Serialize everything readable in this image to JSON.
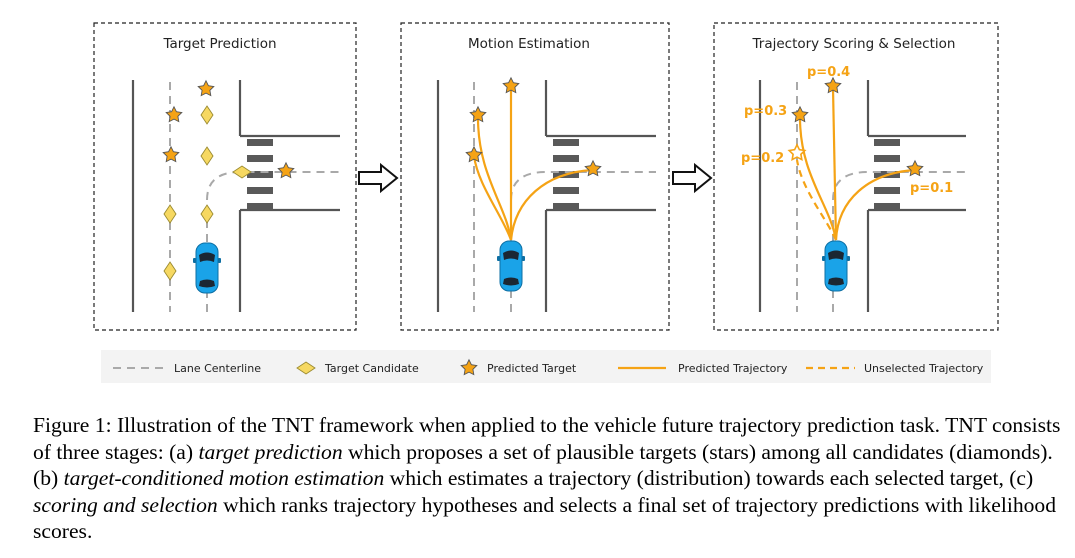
{
  "panels": {
    "a": {
      "title": "Target Prediction"
    },
    "b": {
      "title": "Motion Estimation"
    },
    "c": {
      "title": "Trajectory Scoring & Selection"
    }
  },
  "probabilities": {
    "p1": "p=0.4",
    "p2": "p=0.3",
    "p3": "p=0.2",
    "p4": "p=0.1"
  },
  "legend": {
    "lane": "Lane Centerline",
    "candidate": "Target Candidate",
    "target": "Predicted Target",
    "trajectory": "Predicted Trajectory",
    "unselected": "Unselected Trajectory"
  },
  "colors": {
    "orange": "#f5a315",
    "candidate_yellow": "#f6d861",
    "car_blue": "#1aa3e8",
    "road_gray": "#555555",
    "lane_gray": "#a9a9a9",
    "crosswalk": "#595959"
  },
  "caption": {
    "p1": "Figure 1: Illustration of the TNT framework when applied to the vehicle future trajectory prediction task. TNT consists of three stages: (a) ",
    "e1": "target prediction",
    "p2": " which proposes a set of plausible targets (stars) among all candidates (diamonds). (b) ",
    "e2": "target-conditioned motion estimation",
    "p3": " which estimates a trajectory (distribution) towards each selected target, (c) ",
    "e3": "scoring and selection",
    "p4": " which ranks trajectory hypotheses and selects a final set of trajectory predictions with likelihood scores."
  }
}
